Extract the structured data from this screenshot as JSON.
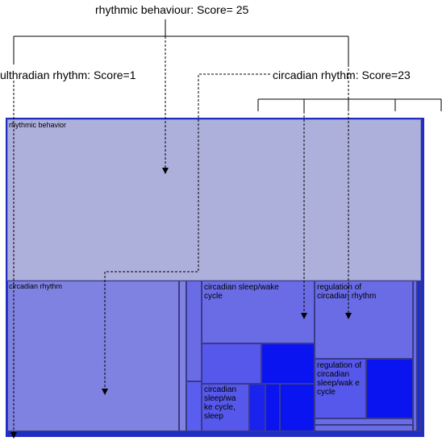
{
  "annotations": {
    "rhythmic_behaviour": "rhythmic behaviour: Score= 25",
    "ultradian_rhythm": "ulthradian rhythm: Score=1",
    "circadian_rhythm": "circadian rhythm: Score=23"
  },
  "treemap": {
    "rhythmic_behavior": "rhythmic behavior",
    "circadian_rhythm": "circadian rhythm",
    "circadian_sleep_wake_cycle": "circadian sleep/wake cycle",
    "regulation_of_circadian_rhythm": "regulation of circadian rhythm",
    "circadian_sleep_wake_cycle_sleep": "circadian sleep/wa ke cycle, sleep",
    "regulation_of_circadian_sleep_wake_cycle": "regulation of circadian sleep/wak e cycle"
  },
  "colors": {
    "outer_frame": "#1f2fbf",
    "rhythmic_fill": "#aeb0dc",
    "circadian_fill": "#7f82e0",
    "medium_fill": "#6a6ce6",
    "bright_blue": "#0a14f0",
    "dark_blue": "#1a30c8"
  }
}
